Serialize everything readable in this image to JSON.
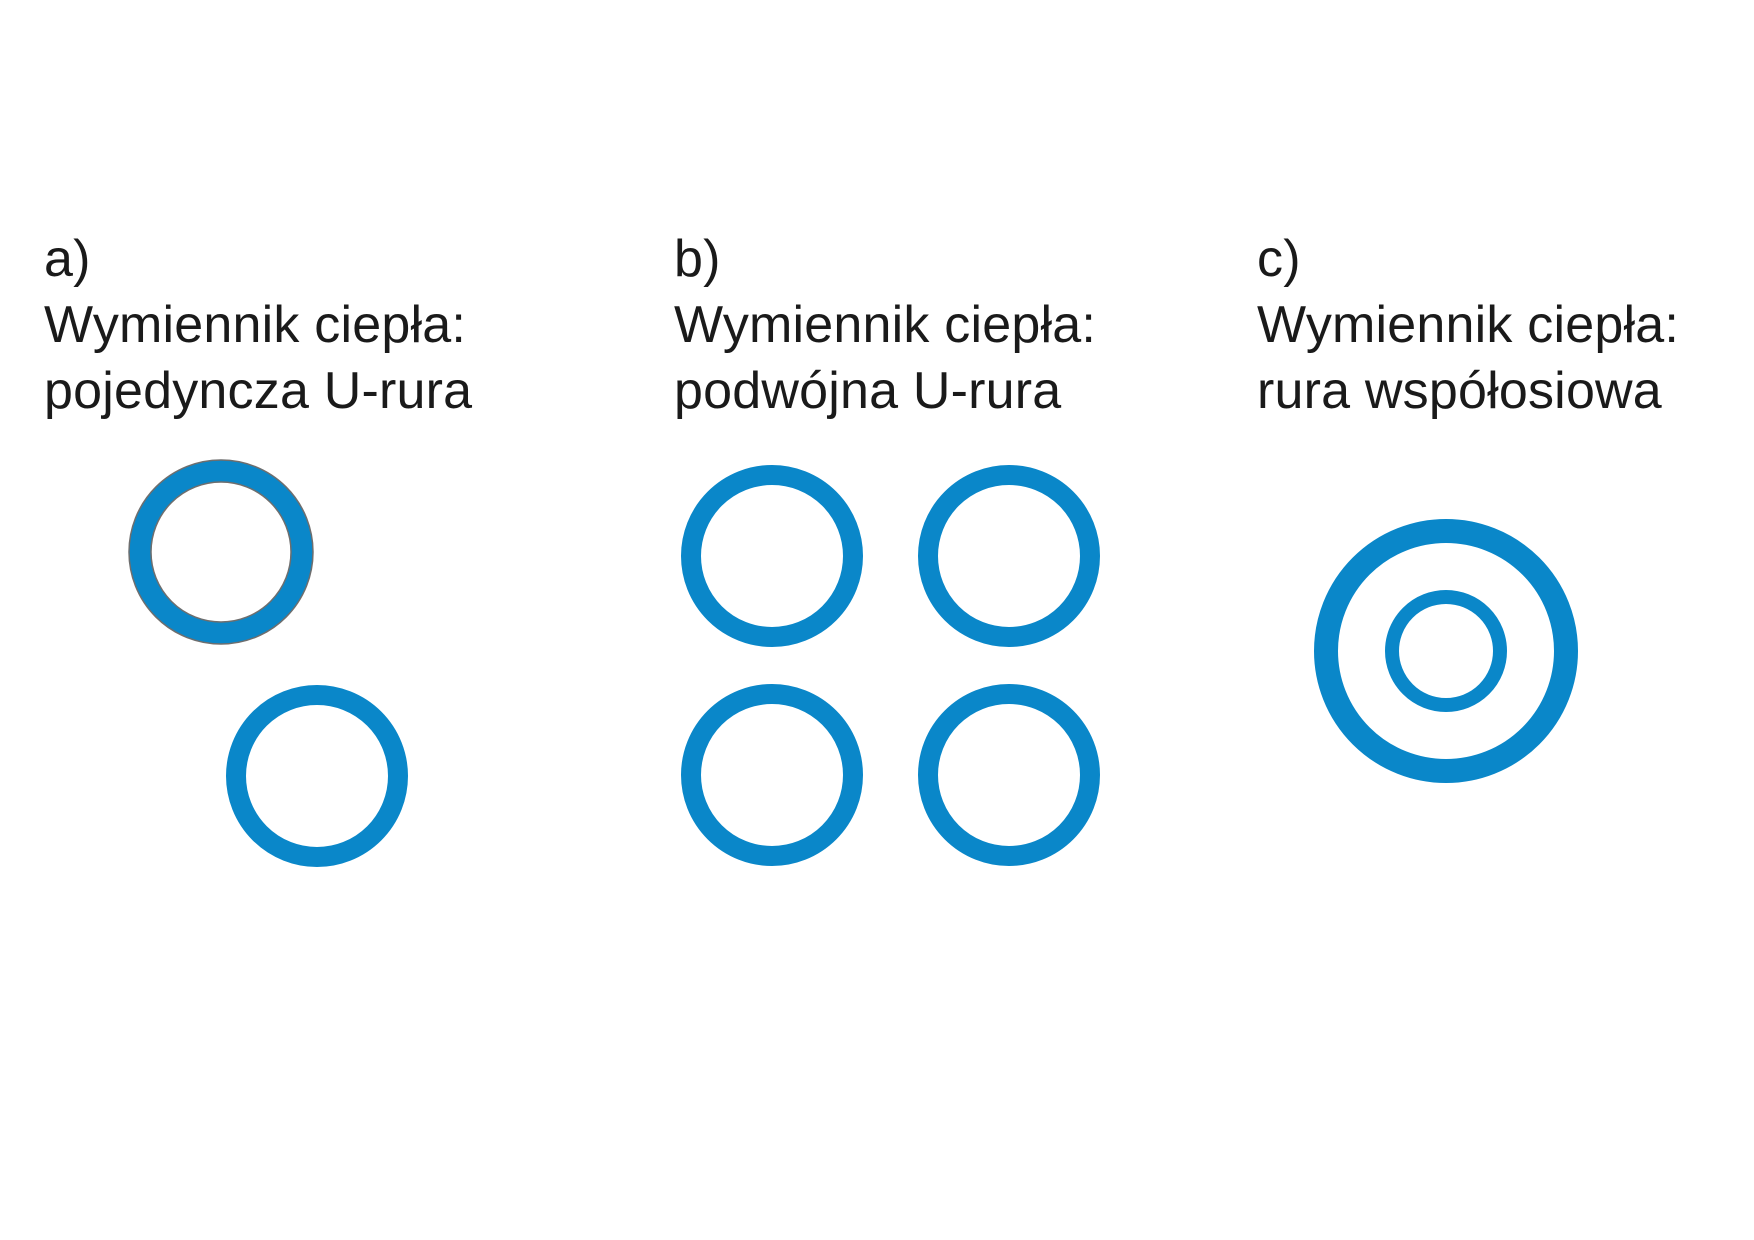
{
  "colors": {
    "pipe": "#0a87c9",
    "pipe_outline_a": "#6e6e6e",
    "text": "#1a1a1a",
    "background": "#ffffff"
  },
  "panels": [
    {
      "id": "a",
      "letter": "a)",
      "line1": "Wymiennik ciepła:",
      "line2": "pojedyncza U-rura"
    },
    {
      "id": "b",
      "letter": "b)",
      "line1": "Wymiennik ciepła:",
      "line2": "podwójna U-rura"
    },
    {
      "id": "c",
      "letter": "c)",
      "line1": "Wymiennik ciepła:",
      "line2": "rura współosiowa"
    }
  ]
}
